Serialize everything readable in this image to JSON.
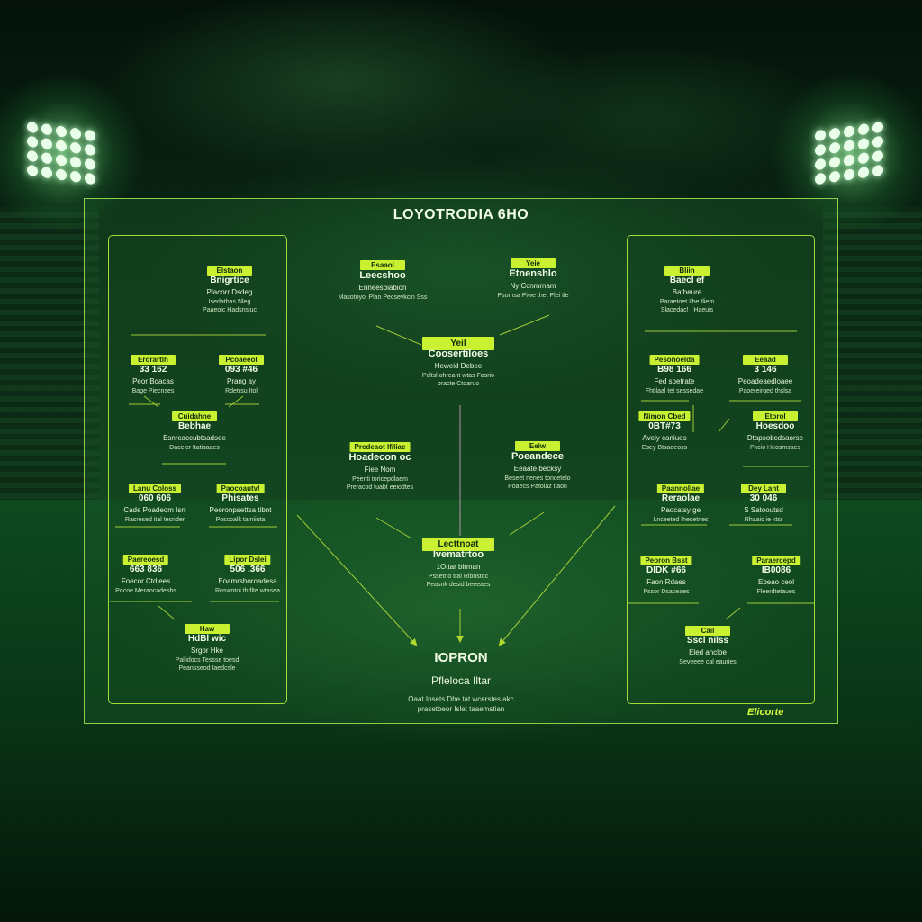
{
  "title": "LOYOTRODIA 6HO",
  "brand": "Elicorte",
  "colors": {
    "accent": "#c9f031",
    "panel_border": "#a4dc3c",
    "board_border": "#8ed04a",
    "background": "#06180c"
  },
  "left_panel": [
    {
      "label": "Elstaon",
      "title": "Bnigrtice",
      "subtitle": "Placorr Dsdeg",
      "detail": "Isedatbas Nleg\nPaaeoic Hadsnsiuc"
    },
    {
      "label": "Erorartlh",
      "title": "33 162",
      "subtitle": "Peor Boacas",
      "detail": "Bage Piecnses"
    },
    {
      "label": "Pcoaeeol",
      "title": "093 #46",
      "subtitle": "Prang ay",
      "detail": "Rdetrsu Itol"
    },
    {
      "label": "Cuidahne",
      "title": "Bebhae",
      "subtitle": "Esnrcaccubtsadsee",
      "detail": "Daceicr Itatisaaes"
    },
    {
      "label": "Lanu Coloss",
      "title": "060  606",
      "subtitle": "Cade Poadeom Isrr",
      "detail": "Rasresed ital tesnder"
    },
    {
      "label": "Paocoautvl",
      "title": "Phisates",
      "subtitle": "Peeronpsettsa tibnt",
      "detail": "Poscoalk tamiiuta"
    },
    {
      "label": "Paereoesd",
      "title": "663 836",
      "subtitle": "Foecor Ctdiees",
      "detail": "Pocoe Meraocadesbs"
    },
    {
      "label": "Lipor Dslei",
      "title": "506 .366",
      "subtitle": "Eoamrshoroadesa",
      "detail": "Roswotoi thdlte wtasea"
    },
    {
      "label": "Haw",
      "title": "HdBl wic",
      "subtitle": "Srgor Hke",
      "detail": "Paliidocs Tessse toesd\nPeansseod Iaedcsle"
    }
  ],
  "center": [
    {
      "label": "Esaaol",
      "title": "Leecshoo",
      "subtitle": "Enneesbiabion",
      "detail": "Masotoyol Plan Pecsevkcin Sss"
    },
    {
      "label": "Yeie",
      "title": "Etnenshlo",
      "subtitle": "Ny Ccnmrnam",
      "detail": "Psomsa Piwe thet Plei tle"
    },
    {
      "label": "Yeil",
      "title": "Coosertiloes",
      "subtitle": "Heweid Debee",
      "detail": "Pcltsl ohreant wtas Fasrio\nbracte Ctoaruo"
    },
    {
      "label": "Predeaot Ifiliae",
      "title": "Hoadecon oc",
      "subtitle": "Fiee Nom",
      "detail": "Peeriti toricepdlaem\nPreracod tuabt eeiodtes"
    },
    {
      "label": "Eeiw",
      "title": "Poeandece",
      "subtitle": "Eeaate becksy",
      "detail": "Beseet nenes toncetelo\nPoaecs Patoiaz tiaon"
    },
    {
      "label": "Lecttnoat",
      "title": "Ivematrtoo",
      "subtitle": "1Ottar birman",
      "detail": "Pssetno trai Ribnstoc\nPeasnk desid beeeaes"
    }
  ],
  "final": {
    "title": "IOPRON",
    "subtitle": "Pfleloca Iltar",
    "detail": "Oaat Insets Dhe tat wcerstes akc\nprasetbeor Islet taaemstian"
  },
  "right_panel": [
    {
      "label": "Bliin",
      "title": "Baecl ef",
      "subtitle": "Batheure",
      "detail": "Paraetoet Ilbe tliem\nSlacedac! I Haeuis"
    },
    {
      "label": "Pesonoelda",
      "title": "B98 166",
      "subtitle": "Fed spetrate",
      "detail": "Fhtilaal tet sessedae"
    },
    {
      "label": "Eeaad",
      "title": "3  146",
      "subtitle": "Peoadeaedloaee",
      "detail": "Paoereirqed thslsa"
    },
    {
      "label": "Nimon Cbed",
      "title": "0BT#73",
      "subtitle": "Avely caniuos",
      "detail": "Esey Btsaeeoss"
    },
    {
      "label": "Etorol",
      "title": "Hoesdoo",
      "subtitle": "Dtapsobcdsaorse",
      "detail": "Pkcio Heosmsaes"
    },
    {
      "label": "Paannoliae",
      "title": "Reraolae",
      "subtitle": "Paocatsy ge",
      "detail": "Lnceeted Ihesetnes"
    },
    {
      "label": "Dey Lant",
      "title": "30  046",
      "subtitle": "S Satooutsd",
      "detail": "Rhaaic ie ktsr"
    },
    {
      "label": "Peoron Bsst",
      "title": "DIDK #66",
      "subtitle": "Faon Rdaes",
      "detail": "Pssor Dsaceaes"
    },
    {
      "label": "Paraercepd",
      "title": "IB0086",
      "subtitle": "Ebeao ceol",
      "detail": "Fleerdtetaues"
    },
    {
      "label": "Cail",
      "title": "Sscl nilss",
      "subtitle": "Eled ancloe",
      "detail": "Seveeee cal eauries"
    }
  ]
}
